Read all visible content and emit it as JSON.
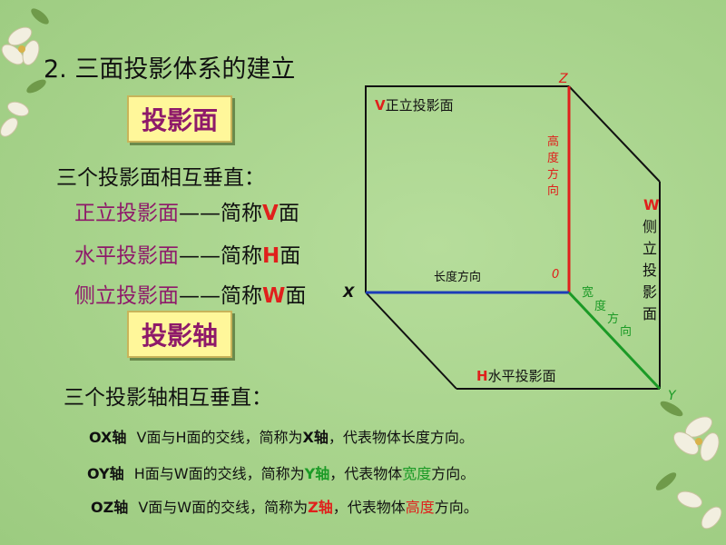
{
  "title": "2. 三面投影体系的建立",
  "section1": {
    "label": "投影面",
    "intro": "三个投影面相互垂直：",
    "items": [
      {
        "name": "正立投影面",
        "dash": "——简称",
        "letter": "V",
        "suffix": "面"
      },
      {
        "name": "水平投影面",
        "dash": "——简称",
        "letter": "H",
        "suffix": "面"
      },
      {
        "name": "侧立投影面",
        "dash": "——简称",
        "letter": "W",
        "suffix": "面"
      }
    ]
  },
  "section2": {
    "label": "投影轴",
    "intro": "三个投影轴相互垂直："
  },
  "axes_desc": [
    {
      "axis": "OX轴",
      "planes": "V面与H面的交线，简称为",
      "short": "X轴",
      "rest1": "，代表物体",
      "dir": "长度",
      "rest2": "方向。"
    },
    {
      "axis": "OY轴",
      "planes": "H面与W面的交线，简称为",
      "short": "Y轴",
      "rest1": "，代表物体",
      "dir": "宽度",
      "rest2": "方向。"
    },
    {
      "axis": "OZ轴",
      "planes": "V面与W面的交线，简称为",
      "short": "Z轴",
      "rest1": "，代表物体",
      "dir": "高度",
      "rest2": "方向。"
    }
  ],
  "diagram": {
    "v_letter": "V",
    "v_label": "正立投影面",
    "w_letter": "W",
    "w_label": [
      "侧",
      "立",
      "投",
      "影",
      "面"
    ],
    "h_letter": "H",
    "h_label": "水平投影面",
    "axis_x": "X",
    "axis_y": "Y",
    "axis_z": "Z",
    "origin": "0",
    "length_dir": "长度方向",
    "height_dir": [
      "高",
      "度",
      "方",
      "向"
    ],
    "width_dir": [
      "宽",
      "度",
      "方",
      "向"
    ]
  },
  "colors": {
    "background": "#a9d48e",
    "purple": "#8e1a6a",
    "red": "#e0201c",
    "green": "#1b9a26",
    "blue": "#1c3cb8",
    "label_box": "#fff79a"
  }
}
